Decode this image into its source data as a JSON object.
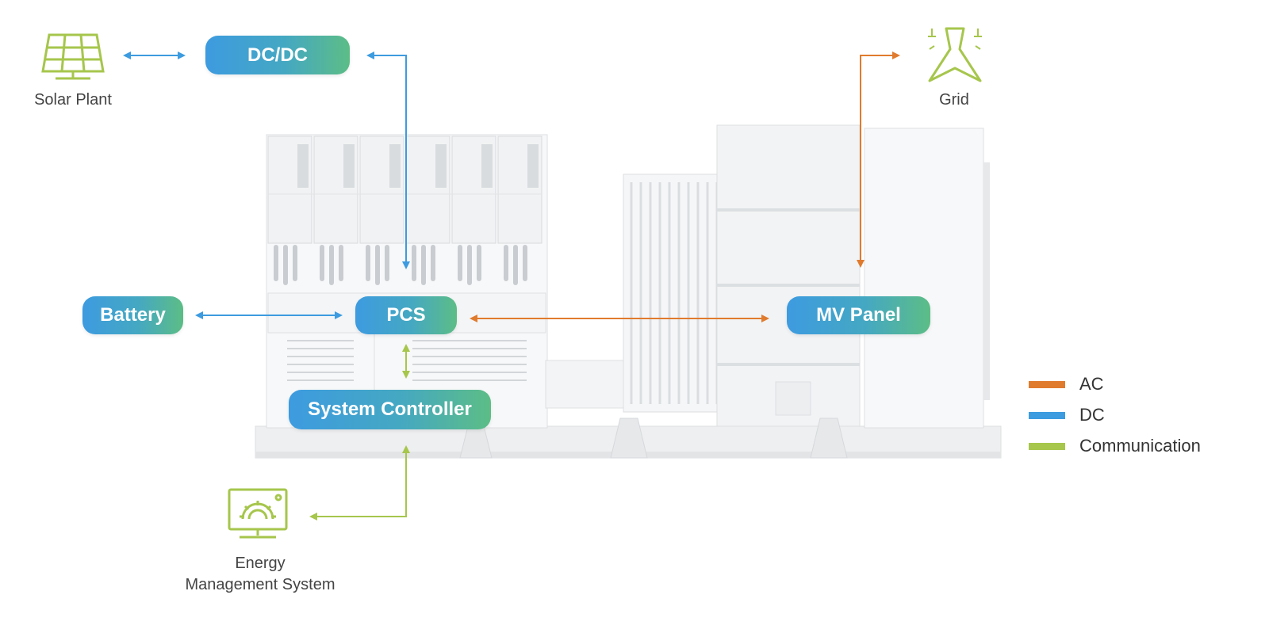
{
  "nodes": {
    "dcdc": "DC/DC",
    "battery": "Battery",
    "pcs": "PCS",
    "mv_panel": "MV Panel",
    "system_controller": "System Controller"
  },
  "captions": {
    "solar_plant": "Solar Plant",
    "grid": "Grid",
    "ems_line1": "Energy",
    "ems_line2": "Management System"
  },
  "legend": [
    {
      "label": "AC",
      "color": "#e07b2e"
    },
    {
      "label": "DC",
      "color": "#3d9be0"
    },
    {
      "label": "Communication",
      "color": "#a6c64c"
    }
  ],
  "colors": {
    "ac": "#e07b2e",
    "dc": "#3d9be0",
    "communication": "#a6c64c",
    "icon": "#a6c64c",
    "equipment": "#dcdfe2"
  },
  "icons": {
    "solar": "solar-panel-icon",
    "grid": "transmission-tower-icon",
    "ems": "monitor-gear-icon"
  }
}
